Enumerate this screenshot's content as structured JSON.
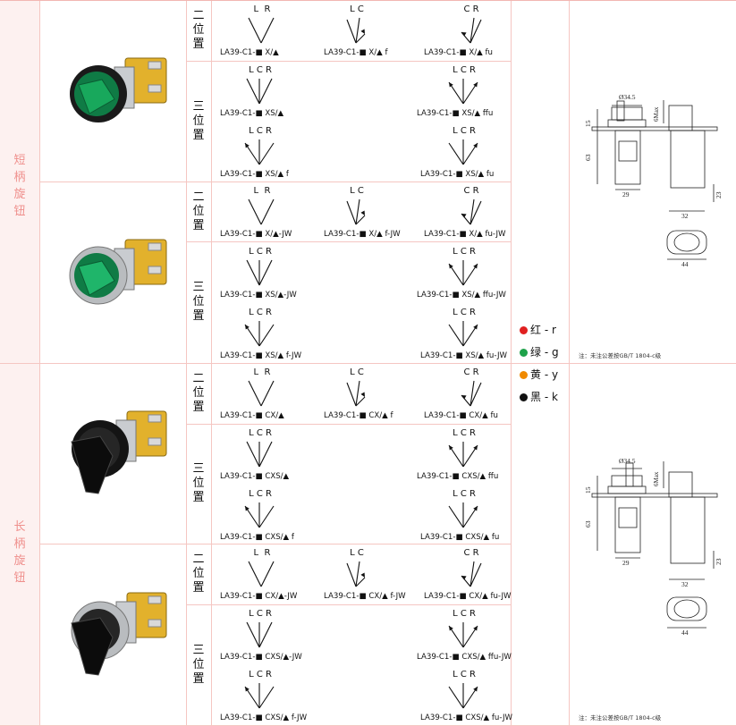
{
  "categories": [
    {
      "label_chars": [
        "短",
        "柄",
        "旋",
        "钮"
      ]
    },
    {
      "label_chars": [
        "长",
        "柄",
        "旋",
        "钮"
      ]
    }
  ],
  "positions": {
    "two": [
      "二",
      "位",
      "置"
    ],
    "three": [
      "三",
      "位",
      "置"
    ]
  },
  "legend": [
    {
      "text": "红 - r",
      "color": "#e02020"
    },
    {
      "text": "绿 - g",
      "color": "#1ea24a"
    },
    {
      "text": "黄 - y",
      "color": "#f08a00"
    },
    {
      "text": "黑 - k",
      "color": "#111111"
    }
  ],
  "notes": [
    "注：未注公差按GB/T 1804-c级",
    "注：未注公差按GB/T 1804-c级"
  ],
  "drawing": {
    "dia": "Ø34.5",
    "max": "6Max",
    "h15": "15",
    "h63": "63",
    "w29": "29",
    "w32": "32",
    "w23": "23",
    "w44": "44"
  },
  "diagrams": [
    {
      "letters": "L  R",
      "code": "LA39-C1-■ X/▲"
    },
    {
      "letters": "L C",
      "code": "LA39-C1-■ X/▲ f"
    },
    {
      "letters": "C R",
      "code": "LA39-C1-■ X/▲ fu"
    },
    {
      "letters": "L C R",
      "code": "LA39-C1-■ XS/▲"
    },
    {
      "letters": "L C R",
      "code": "LA39-C1-■ XS/▲ ffu"
    },
    {
      "letters": "L C R",
      "code": "LA39-C1-■ XS/▲ f"
    },
    {
      "letters": "L C R",
      "code": "LA39-C1-■ XS/▲ fu"
    },
    {
      "letters": "L  R",
      "code": "LA39-C1-■ X/▲-JW"
    },
    {
      "letters": "L C",
      "code": "LA39-C1-■ X/▲ f-JW"
    },
    {
      "letters": "C R",
      "code": "LA39-C1-■ X/▲ fu-JW"
    },
    {
      "letters": "L C R",
      "code": "LA39-C1-■ XS/▲-JW"
    },
    {
      "letters": "L C R",
      "code": "LA39-C1-■ XS/▲ ffu-JW"
    },
    {
      "letters": "L C R",
      "code": "LA39-C1-■ XS/▲ f-JW"
    },
    {
      "letters": "L C R",
      "code": "LA39-C1-■ XS/▲ fu-JW"
    },
    {
      "letters": "L  R",
      "code": "LA39-C1-■ CX/▲"
    },
    {
      "letters": "L C",
      "code": "LA39-C1-■ CX/▲ f"
    },
    {
      "letters": "C R",
      "code": "LA39-C1-■ CX/▲ fu"
    },
    {
      "letters": "L C R",
      "code": "LA39-C1-■ CXS/▲"
    },
    {
      "letters": "L C R",
      "code": "LA39-C1-■ CXS/▲ ffu"
    },
    {
      "letters": "L C R",
      "code": "LA39-C1-■ CXS/▲ f"
    },
    {
      "letters": "L C R",
      "code": "LA39-C1-■ CXS/▲ fu"
    },
    {
      "letters": "L  R",
      "code": "LA39-C1-■ CX/▲-JW"
    },
    {
      "letters": "L C",
      "code": "LA39-C1-■ CX/▲ f-JW"
    },
    {
      "letters": "C R",
      "code": "LA39-C1-■ CX/▲ fu-JW"
    },
    {
      "letters": "L C R",
      "code": "LA39-C1-■ CXS/▲-JW"
    },
    {
      "letters": "L C R",
      "code": "LA39-C1-■ CXS/▲ ffu-JW"
    },
    {
      "letters": "L C R",
      "code": "LA39-C1-■ CXS/▲ f-JW"
    },
    {
      "letters": "L C R",
      "code": "LA39-C1-■ CXS/▲ fu-JW"
    }
  ]
}
